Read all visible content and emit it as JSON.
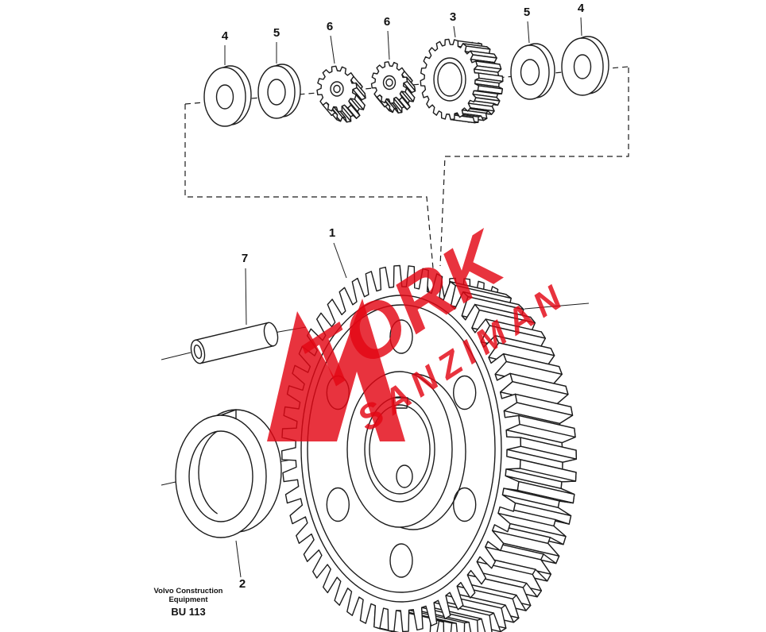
{
  "diagram": {
    "top_labels": [
      "4",
      "5",
      "6",
      "6",
      "3",
      "5",
      "4"
    ],
    "callout_gear": "1",
    "callout_ring": "2",
    "callout_pin": "7"
  },
  "watermark": {
    "line1": "TORK",
    "line2": "SANZIMAN",
    "color": "#e30613"
  },
  "footer": {
    "brand_line1": "Volvo Construction",
    "brand_line2": "Equipment",
    "code": "BU 113"
  }
}
